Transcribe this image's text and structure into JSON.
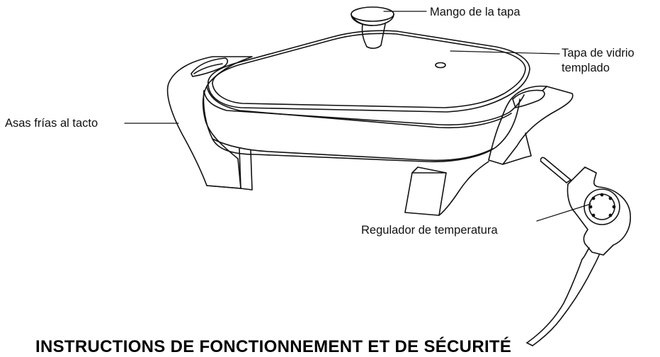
{
  "labels": {
    "lid_handle": "Mango de la tapa",
    "glass_lid_line1": "Tapa de vidrio",
    "glass_lid_line2": "templado",
    "cool_touch_handles": "Asas frías al tacto",
    "temperature_regulator": "Regulador de temperatura"
  },
  "section_heading": "INSTRUCTIONS DE FONCTIONNEMENT ET DE SÉCURITÉ",
  "colors": {
    "line": "#111111",
    "background": "#ffffff"
  }
}
